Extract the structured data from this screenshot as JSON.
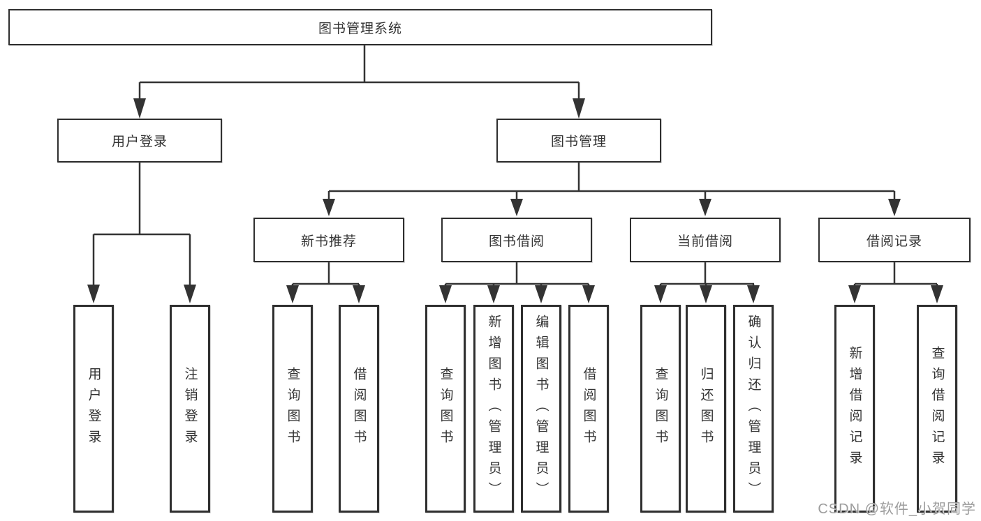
{
  "diagram_title": "图书管理系统",
  "tree": {
    "root": {
      "label": "图书管理系统"
    },
    "branches": [
      {
        "label": "用户登录",
        "children": [
          {
            "label": "用户登录"
          },
          {
            "label": "注销登录"
          }
        ]
      },
      {
        "label": "图书管理",
        "children": [
          {
            "label": "新书推荐",
            "children": [
              {
                "label": "查询图书"
              },
              {
                "label": "借阅图书"
              }
            ]
          },
          {
            "label": "图书借阅",
            "children": [
              {
                "label": "查询图书"
              },
              {
                "label": "新增图书（管理员）"
              },
              {
                "label": "编辑图书（管理员）"
              },
              {
                "label": "借阅图书"
              }
            ]
          },
          {
            "label": "当前借阅",
            "children": [
              {
                "label": "查询图书"
              },
              {
                "label": "归还图书"
              },
              {
                "label": "确认归还（管理员）"
              }
            ]
          },
          {
            "label": "借阅记录",
            "children": [
              {
                "label": "新增借阅记录"
              },
              {
                "label": "查询借阅记录"
              }
            ]
          }
        ]
      }
    ]
  },
  "watermark": "CSDN @软件_小贺同学",
  "colors": {
    "line": "#333333",
    "box_border": "#2f2f2f",
    "text": "#333333",
    "watermark": "#9c9c9c",
    "background": "#ffffff"
  }
}
